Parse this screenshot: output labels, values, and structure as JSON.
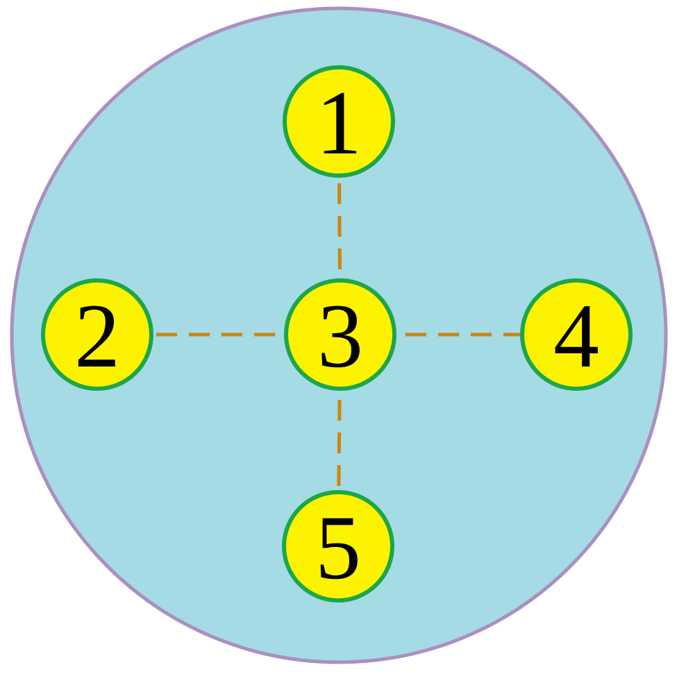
{
  "diagram": {
    "background_color": "#ffffff",
    "outer_circle": {
      "fill": "#a5dbe4",
      "stroke": "#ab8fc0"
    },
    "node_style": {
      "fill": "#fdf300",
      "stroke": "#1ca64a",
      "label_color": "#000000"
    },
    "edge_style": {
      "stroke": "#cc860e",
      "style": "dashed"
    },
    "nodes": [
      {
        "label": "1",
        "position": "top"
      },
      {
        "label": "2",
        "position": "left"
      },
      {
        "label": "3",
        "position": "center"
      },
      {
        "label": "4",
        "position": "right"
      },
      {
        "label": "5",
        "position": "bottom"
      }
    ],
    "edges": [
      {
        "from": "3",
        "to": "1"
      },
      {
        "from": "3",
        "to": "2"
      },
      {
        "from": "3",
        "to": "4"
      },
      {
        "from": "3",
        "to": "5"
      }
    ]
  }
}
